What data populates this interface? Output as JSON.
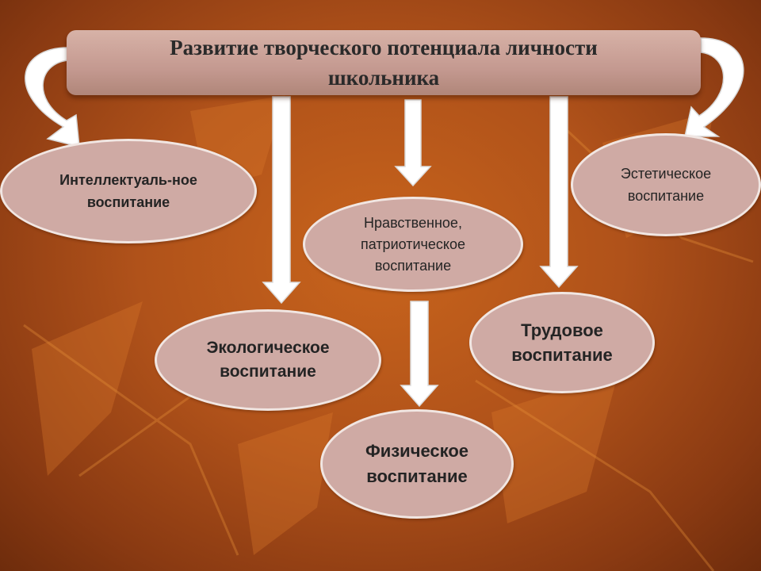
{
  "title": "Развитие творческого потенциала личности школьника",
  "nodes": {
    "intellectual": "Интеллектуаль-ное воспитание",
    "aesthetic": "Эстетическое воспитание",
    "moral": "Нравственное, патриотическое воспитание",
    "ecological": "Экологическое воспитание",
    "labor": "Трудовое воспитание",
    "physical": "Физическое воспитание"
  },
  "colors": {
    "background": "#b0521a",
    "node_fill": "#cfaaa4",
    "node_border": "#f1e6e2",
    "title_fill": "#c49990",
    "arrow": "#ffffff"
  }
}
